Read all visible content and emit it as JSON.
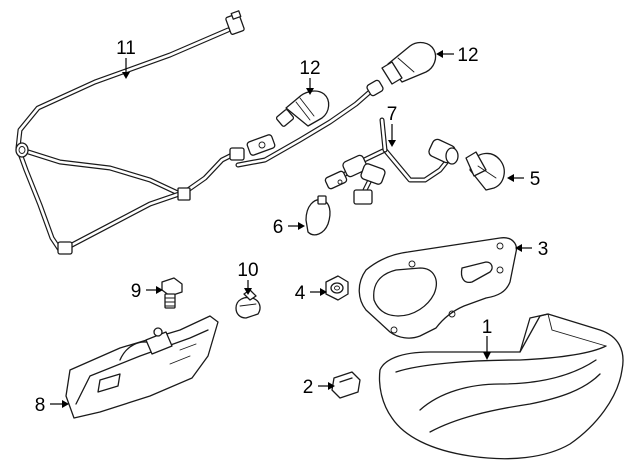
{
  "callouts": {
    "c1": "1",
    "c2": "2",
    "c3": "3",
    "c4": "4",
    "c5": "5",
    "c6": "6",
    "c7": "7",
    "c8": "8",
    "c9": "9",
    "c10": "10",
    "c11": "11",
    "c12a": "12",
    "c12b": "12"
  },
  "colors": {
    "line": "#1a1a1a",
    "background": "#ffffff"
  }
}
